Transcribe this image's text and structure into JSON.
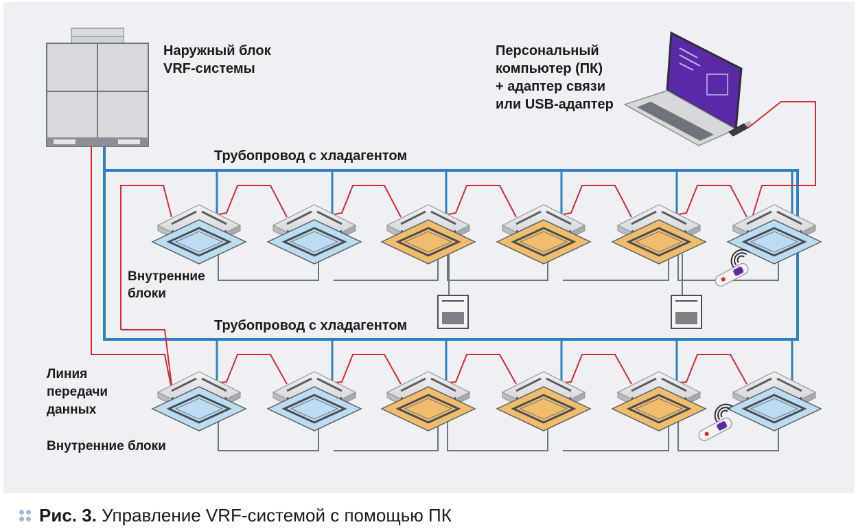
{
  "labels": {
    "outdoor_unit": [
      "Наружный блок",
      "VRF-системы"
    ],
    "pc": [
      "Персональный",
      "компьютер (ПК)",
      "+ адаптер связи",
      "или USB-адаптер"
    ],
    "pipe_top": "Трубопровод с хладагентом",
    "pipe_bottom": "Трубопровод с хладагентом",
    "indoor_units_top": [
      "Внутренние",
      "блоки"
    ],
    "data_line": [
      "Линия",
      "передачи",
      "данных"
    ],
    "indoor_units_bottom": "Внутренние блоки"
  },
  "caption": {
    "figure": "Рис. 3.",
    "text": "Управление VRF-системой с помощью ПК"
  },
  "units": {
    "top_row": [
      "blue",
      "blue",
      "orange",
      "orange",
      "orange",
      "blue"
    ],
    "bottom_row": [
      "blue",
      "blue",
      "orange",
      "orange",
      "orange",
      "blue"
    ]
  },
  "colors": {
    "background": "#eef0f3",
    "refrigerant_pipe": "#2f7fc1",
    "data_line": "#d42a2f",
    "control_line": "#6b7480",
    "unit_blue": "#bcdcf2",
    "unit_orange": "#efbd6b",
    "caption_dots": "#9fb7dd"
  }
}
